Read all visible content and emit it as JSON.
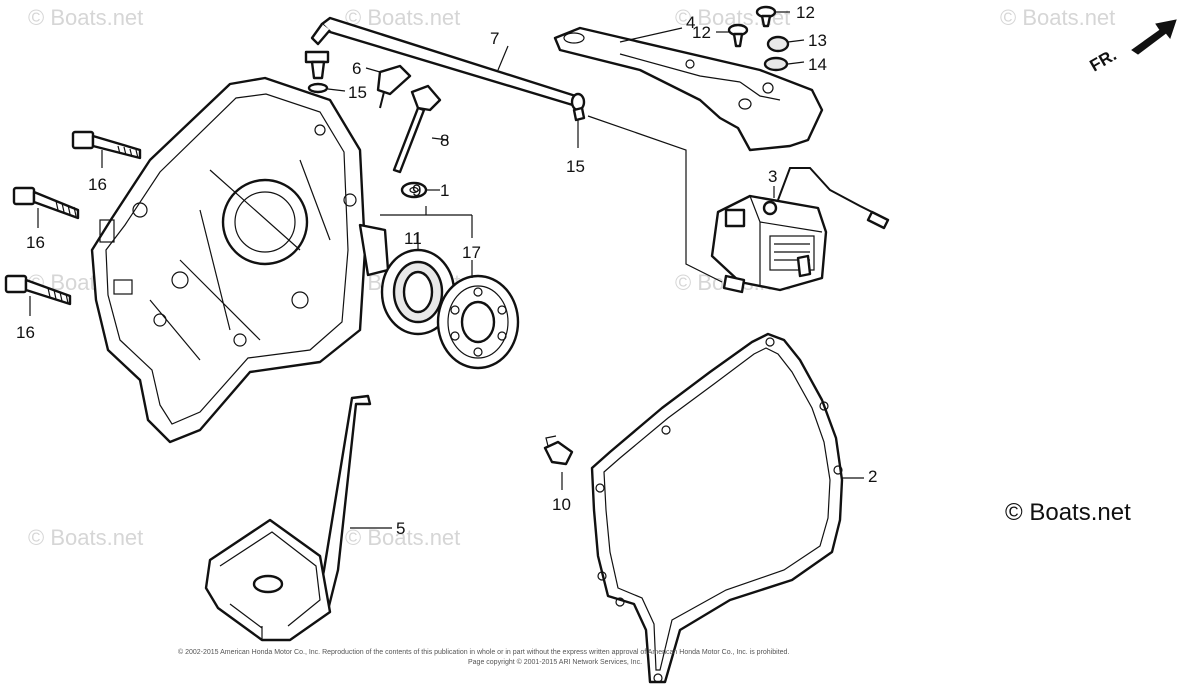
{
  "watermark": "© Boats.net",
  "brand": "© Boats.net",
  "direction_label": "FR.",
  "callouts": [
    "1",
    "2",
    "3",
    "4",
    "5",
    "6",
    "7",
    "8",
    "9",
    "10",
    "11",
    "12",
    "12",
    "13",
    "14",
    "15",
    "15",
    "16",
    "16",
    "16",
    "17"
  ],
  "copyright_lines": [
    "© 2002-2015 American Honda Motor Co., Inc. Reproduction of the contents of this publication in whole or in part without the express written approval of American Honda Motor Co., Inc. is prohibited.",
    "Page copyright © 2001-2015 ARI Network Services, Inc."
  ]
}
